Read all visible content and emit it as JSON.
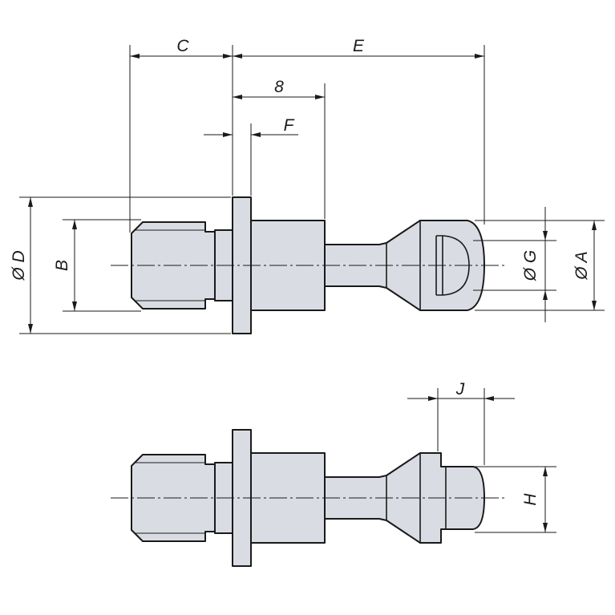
{
  "labels": {
    "c": "C",
    "e": "E",
    "eight": "8",
    "f": "F",
    "dia_d": "Ø D",
    "b": "B",
    "dia_g": "Ø G",
    "dia_a": "Ø A",
    "j": "J",
    "h": "H"
  },
  "colors": {
    "part_fill": "#d9dde3",
    "line": "#1a1a1a"
  }
}
